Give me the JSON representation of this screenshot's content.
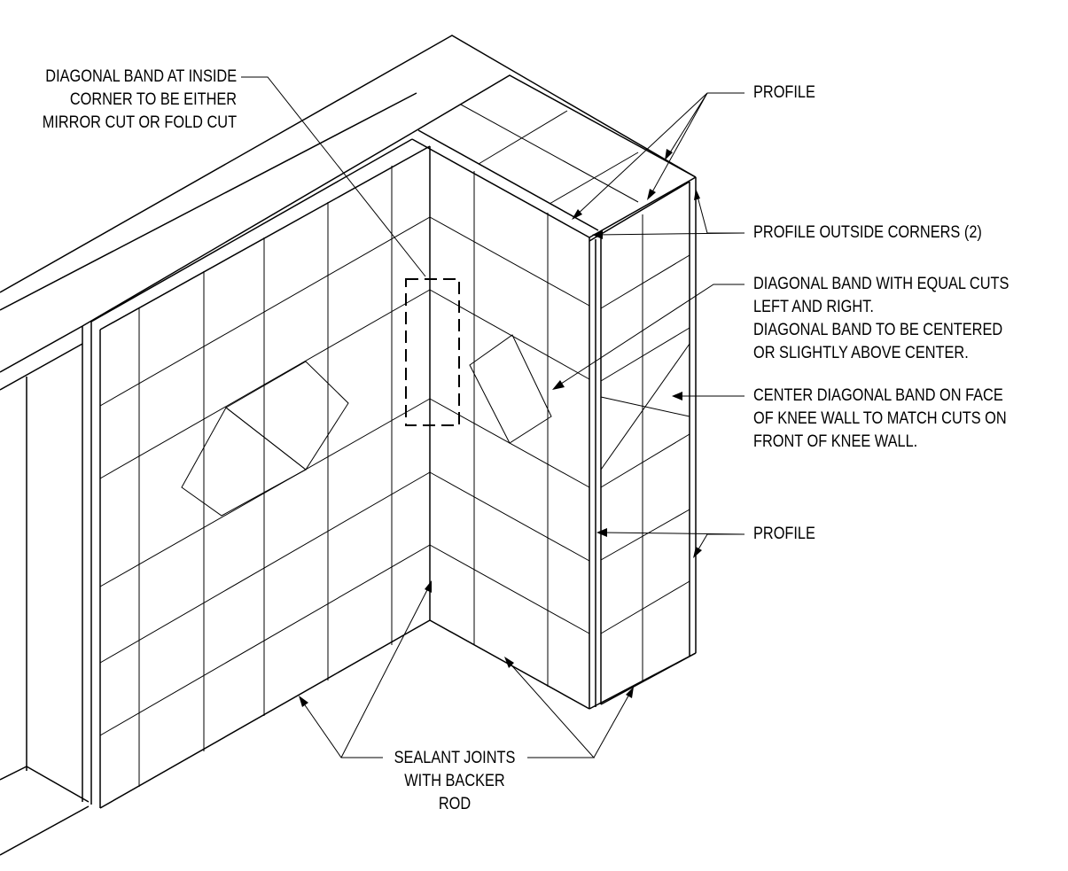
{
  "callouts": {
    "inside_corner": {
      "lines": [
        "DIAGONAL BAND AT INSIDE",
        "CORNER TO BE EITHER",
        "MIRROR CUT OR FOLD CUT"
      ]
    },
    "profile_top": {
      "lines": [
        "PROFILE"
      ]
    },
    "profile_outside_corners": {
      "lines": [
        "PROFILE OUTSIDE CORNERS (2)"
      ]
    },
    "diagonal_band_equal": {
      "lines": [
        "DIAGONAL BAND WITH EQUAL CUTS",
        "LEFT AND RIGHT.",
        "DIAGONAL BAND TO BE CENTERED",
        "OR SLIGHTLY ABOVE CENTER."
      ]
    },
    "center_diagonal_band": {
      "lines": [
        "CENTER DIAGONAL BAND ON FACE",
        "OF KNEE WALL TO MATCH CUTS ON",
        "FRONT OF KNEE WALL."
      ]
    },
    "profile_bottom": {
      "lines": [
        "PROFILE"
      ]
    },
    "sealant_joints": {
      "lines": [
        "SEALANT JOINTS",
        "WITH BACKER",
        "ROD"
      ]
    }
  }
}
